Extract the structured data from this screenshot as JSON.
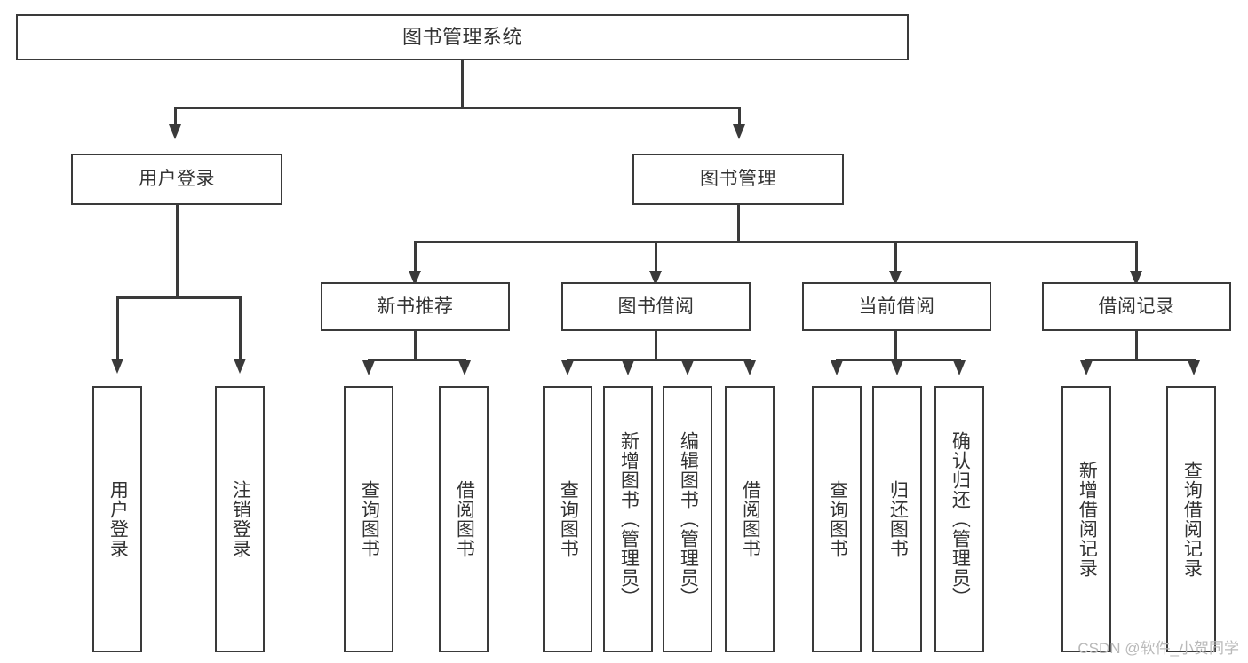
{
  "diagram": {
    "title": "图书管理系统",
    "type": "tree",
    "watermark": "CSDN @软件_小贺同学",
    "colors": {
      "box_border": "#3a3a3a",
      "box_fill": "#ffffff",
      "text": "#333333",
      "connector": "#3a3a3a",
      "watermark": "#b9b9b9",
      "background": "#ffffff"
    },
    "root": {
      "label": "图书管理系统"
    },
    "level1": [
      {
        "label": "用户登录"
      },
      {
        "label": "图书管理"
      }
    ],
    "level2": [
      {
        "label": "新书推荐"
      },
      {
        "label": "图书借阅"
      },
      {
        "label": "当前借阅"
      },
      {
        "label": "借阅记录"
      }
    ],
    "leaves": {
      "user_login": [
        {
          "label": "用户登录"
        },
        {
          "label": "注销登录"
        }
      ],
      "new_book": [
        {
          "label": "查询图书"
        },
        {
          "label": "借阅图书"
        }
      ],
      "borrow_book": [
        {
          "label": "查询图书"
        },
        {
          "label": "新增图书（管理员）"
        },
        {
          "label": "编辑图书（管理员）"
        },
        {
          "label": "借阅图书"
        }
      ],
      "current_borrow": [
        {
          "label": "查询图书"
        },
        {
          "label": "归还图书"
        },
        {
          "label": "确认归还（管理员）"
        }
      ],
      "borrow_record": [
        {
          "label": "新增借阅记录"
        },
        {
          "label": "查询借阅记录"
        }
      ]
    }
  }
}
